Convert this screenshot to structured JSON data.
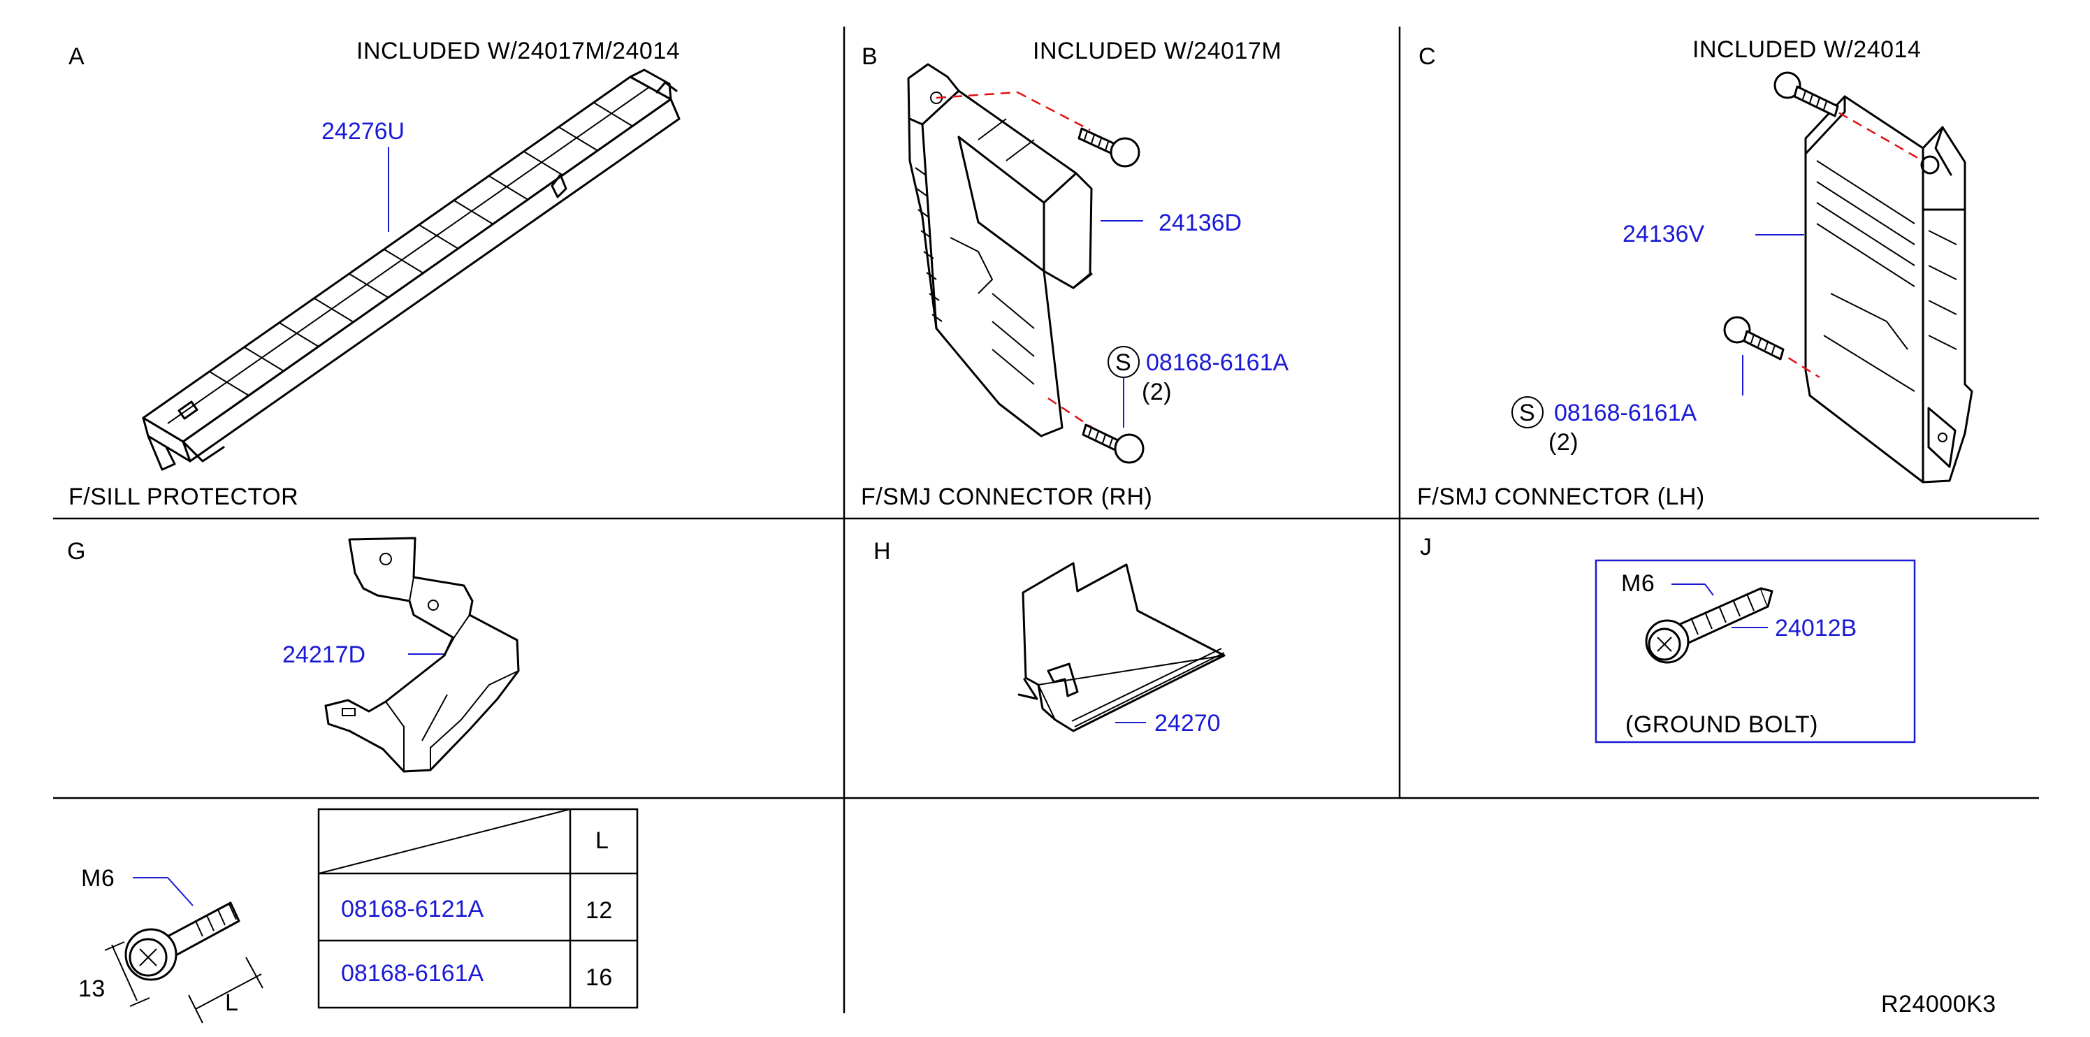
{
  "panels": {
    "a": {
      "letter": "A",
      "note": "INCLUDED   W/24017M/24014",
      "part": "24276U",
      "caption": "F/SILL   PROTECTOR"
    },
    "b": {
      "letter": "B",
      "note": "INCLUDED   W/24017M",
      "part_main": "24136D",
      "s_mark": "S",
      "part_bolt": "08168-6161A",
      "qty": "(2)",
      "caption": "F/SMJ   CONNECTOR   (RH)"
    },
    "c": {
      "letter": "C",
      "note": "INCLUDED   W/24014",
      "part_main": "24136V",
      "s_mark": "S",
      "part_bolt": "08168-6161A",
      "qty": "(2)",
      "caption": "F/SMJ   CONNECTOR   (LH)"
    },
    "g": {
      "letter": "G",
      "part": "24217D"
    },
    "h": {
      "letter": "H",
      "part": "24270"
    },
    "j": {
      "letter": "J",
      "size": "M6",
      "part": "24012B",
      "caption": "(GROUND   BOLT)"
    }
  },
  "bolt_table": {
    "size": "M6",
    "dim_head": "13",
    "dim_length": "L",
    "header": "L",
    "rows": [
      {
        "part": "08168-6121A",
        "length": "12"
      },
      {
        "part": "08168-6161A",
        "length": "16"
      }
    ]
  },
  "diagram_code": "R24000K3"
}
